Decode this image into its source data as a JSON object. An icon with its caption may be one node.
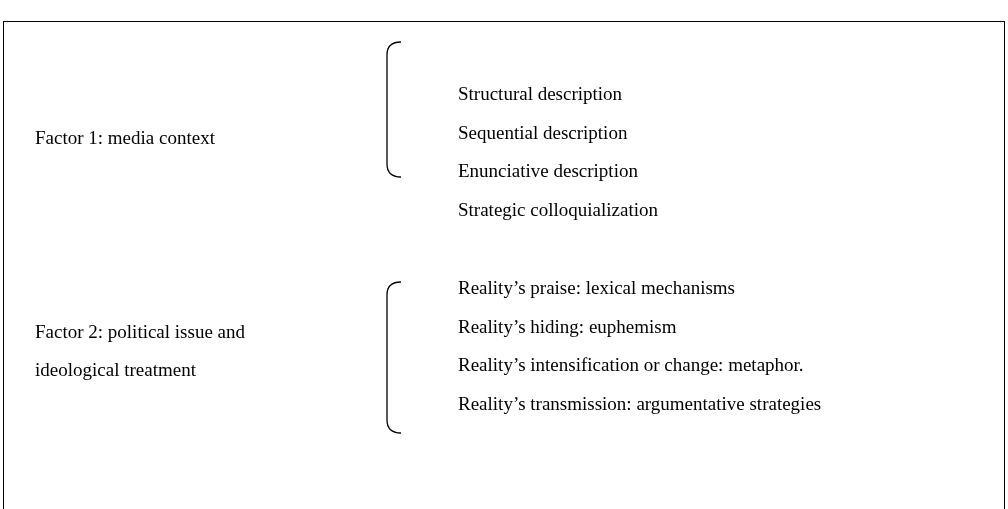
{
  "diagram": {
    "nodes": [
      {
        "text": [
          "Factor 1: media context"
        ]
      },
      {
        "text": [
          "Factor 2: political issue and ideological treatment"
        ]
      }
    ],
    "labels": [
      "Structural description",
      "Sequential description",
      "Enunciative description",
      "Strategic colloquialization",
      "Reality’s praise: lexical mechanisms",
      "Reality’s hiding: euphemism",
      "Reality’s intensification or change: metaphor.",
      "Reality’s transmission: argumentative strategies"
    ]
  }
}
